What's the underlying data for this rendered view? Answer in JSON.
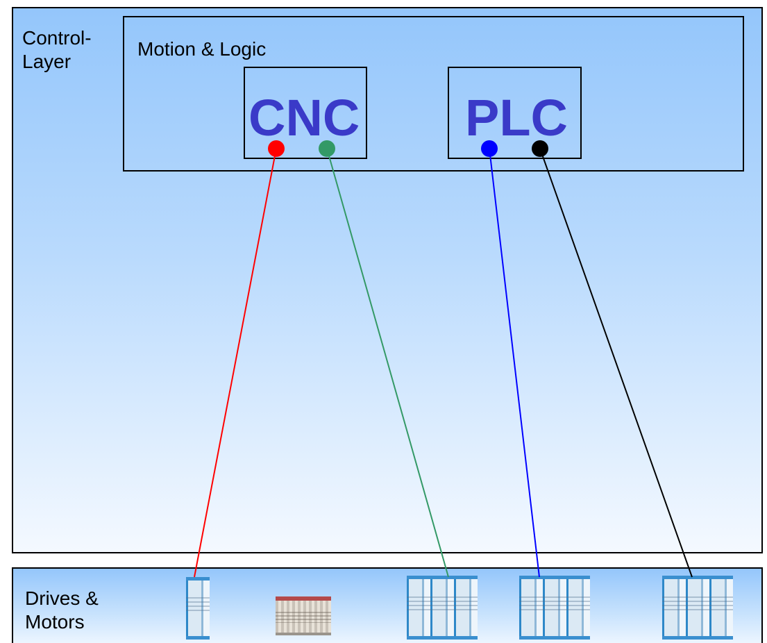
{
  "control_layer": {
    "label_line1": "Control-",
    "label_line2": "Layer",
    "background_top": "#94c6fb",
    "background_bottom": "#f4f9ff"
  },
  "motion_logic": {
    "title": "Motion & Logic"
  },
  "units": {
    "cnc": {
      "label": "CNC"
    },
    "plc": {
      "label": "PLC"
    },
    "label_color": "#3a3ac8"
  },
  "drives_layer": {
    "label_line1": "Drives &",
    "label_line2": "Motors"
  },
  "connections": [
    {
      "from": "CNC",
      "port_color": "#ff0000",
      "line_color": "#ff0000",
      "to_device": "drive-1"
    },
    {
      "from": "CNC",
      "port_color": "#339966",
      "line_color": "#339966",
      "to_device": "drive-3"
    },
    {
      "from": "PLC",
      "port_color": "#0000ff",
      "line_color": "#0000ff",
      "to_device": "drive-4"
    },
    {
      "from": "PLC",
      "port_color": "#000000",
      "line_color": "#000000",
      "to_device": "drive-5"
    }
  ],
  "devices": [
    {
      "id": "drive-1",
      "kind": "drive-module-icon"
    },
    {
      "id": "io-1",
      "kind": "io-module-icon"
    },
    {
      "id": "drive-3",
      "kind": "drive-module-icon"
    },
    {
      "id": "drive-4",
      "kind": "drive-module-icon"
    },
    {
      "id": "drive-5",
      "kind": "drive-module-icon"
    }
  ]
}
